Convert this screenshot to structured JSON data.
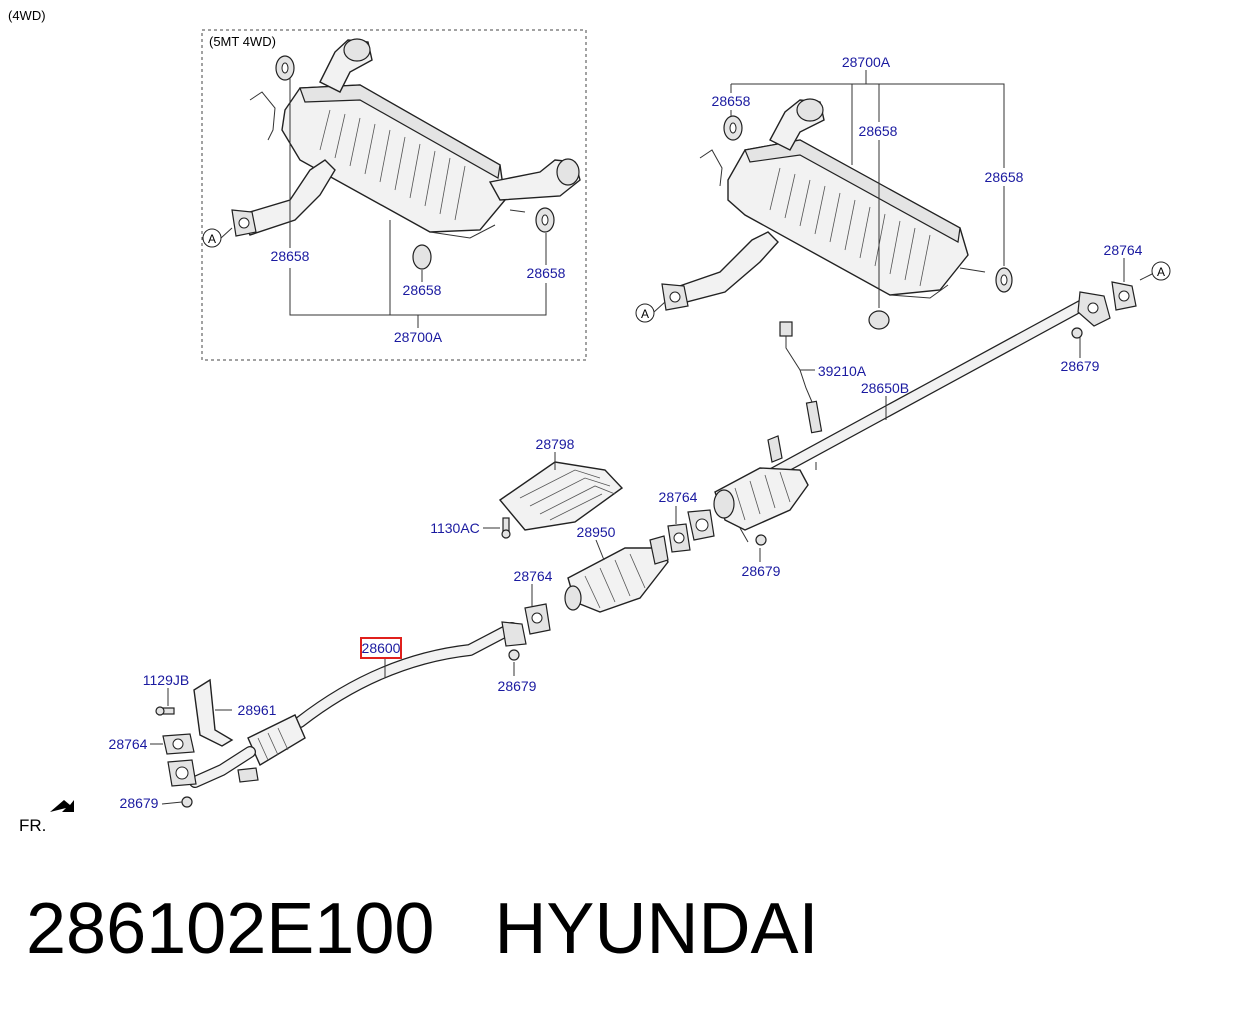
{
  "header": {
    "variant": "(4WD)"
  },
  "inset": {
    "title": "(5MT 4WD)"
  },
  "front_marker": "FR.",
  "callouts": {
    "ref_a_left_inset": "A",
    "ref_a_muffler": "A",
    "ref_a_right": "A",
    "inset_28658_bottom_left": "28658",
    "inset_28658_center": "28658",
    "inset_28658_right": "28658",
    "inset_28700a": "28700A",
    "main_28700a": "28700A",
    "main_28658_left": "28658",
    "main_28658_center": "28658",
    "main_28658_right": "28658",
    "gasket_28764_rear": "28764",
    "nut_28679_rear": "28679",
    "sensor_39210a": "39210A",
    "pipe_28650b": "28650B",
    "heat_protector_28798": "28798",
    "bolt_1130ac": "1130AC",
    "gasket_28764_mid": "28764",
    "catalytic_28950": "28950",
    "nut_28679_mid": "28679",
    "gasket_28764_front": "28764",
    "front_pipe_28600": "28600",
    "nut_28679_front": "28679",
    "bolt_1129jb": "1129JB",
    "bracket_28961": "28961",
    "gasket_28764_manifold": "28764",
    "nut_28679_manifold": "28679"
  },
  "highlight_color": "#e0201c",
  "callout_color": "#1a1aa0",
  "footer": {
    "part_number": "286102E100",
    "brand": "HYUNDAI"
  }
}
